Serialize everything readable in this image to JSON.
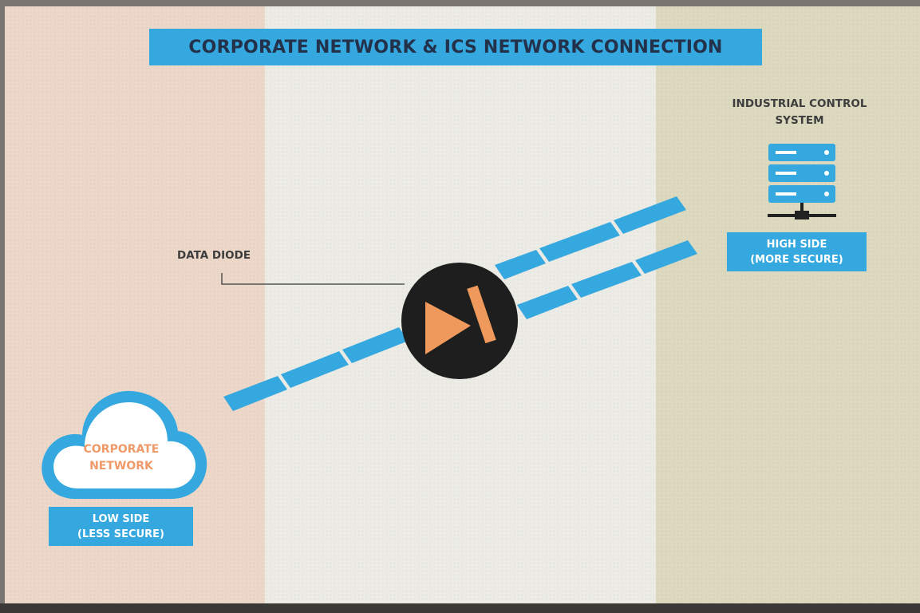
{
  "title": "CORPORATE NETWORK & ICS NETWORK CONNECTION",
  "zones": {
    "low": {
      "color": "#ecd7c8"
    },
    "middle": {
      "color": "#ecebe5"
    },
    "high": {
      "color": "#dcd9bf"
    }
  },
  "ics": {
    "label_line1": "INDUSTRIAL CONTROL",
    "label_line2": "SYSTEM",
    "icon": "server-rack-icon",
    "side_line1": "HIGH SIDE",
    "side_line2": "(MORE SECURE)"
  },
  "corporate": {
    "cloud_line1": "CORPORATE",
    "cloud_line2": "NETWORK",
    "icon": "cloud-icon",
    "side_line1": "LOW SIDE",
    "side_line2": "(LESS SECURE)"
  },
  "diode": {
    "label": "DATA DIODE",
    "icon": "diode-symbol-icon"
  },
  "colors": {
    "accent_blue": "#35a8df",
    "title_text": "#23324a",
    "diode_bg": "#1e1e1e",
    "diode_orange": "#ef9a5c",
    "cloud_text": "#ef9a68",
    "label_text": "#3d3d3d"
  }
}
